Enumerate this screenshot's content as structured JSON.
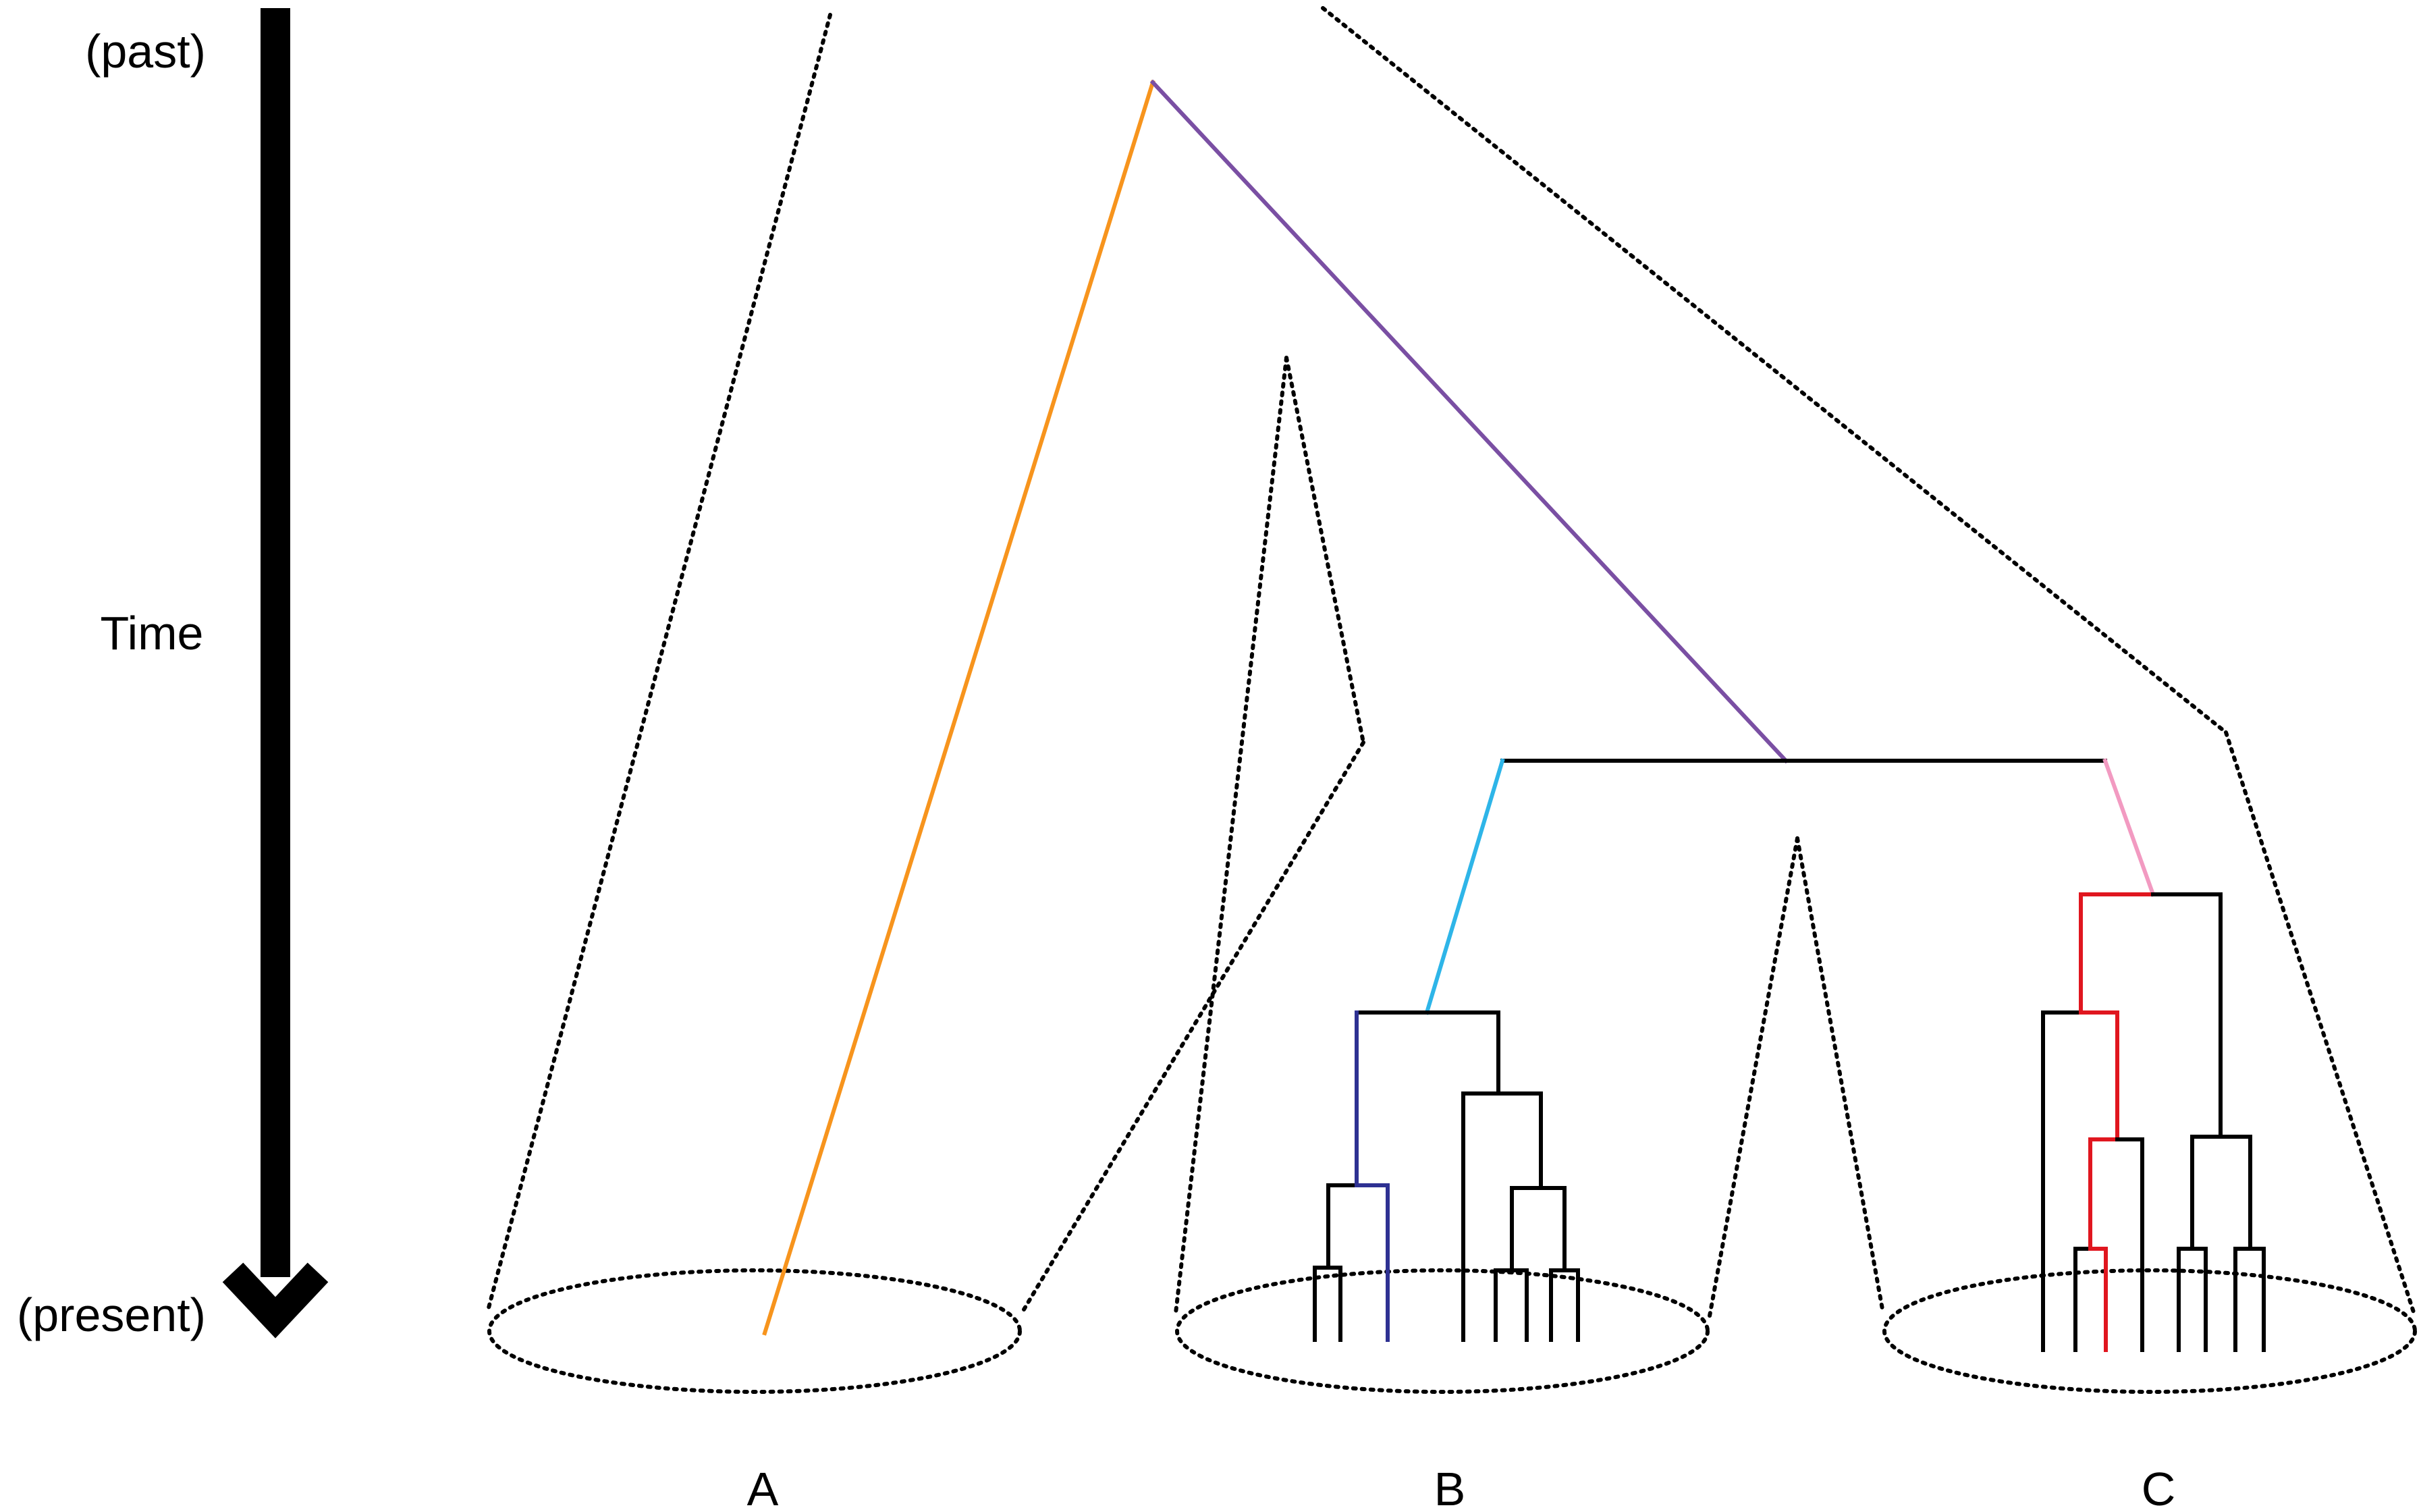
{
  "time_axis": {
    "top_label": "(past)",
    "middle_label": "Time",
    "bottom_label": "(present)"
  },
  "groups": [
    {
      "label": "A"
    },
    {
      "label": "B"
    },
    {
      "label": "C"
    }
  ],
  "colors": {
    "root_to_A": "#F7941D",
    "root_to_BC": "#7A4FA3",
    "to_B_clade": "#2EB5E8",
    "within_B": "#2E3192",
    "to_C_clade": "#F29AC1",
    "within_C": "#E0161F",
    "tree": "#000000",
    "axis_arrow": "#000000",
    "outline": "#000000"
  }
}
